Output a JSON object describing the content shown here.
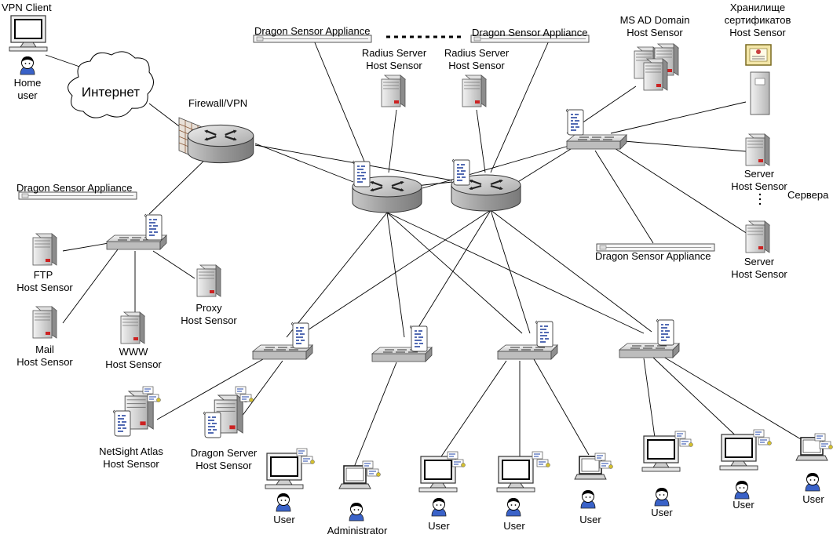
{
  "labels": {
    "vpn_client": "VPN Client",
    "home_user_1": "Home",
    "home_user_2": "user",
    "internet": "Интернет",
    "firewall": "Firewall/VPN",
    "dsa_top_left": "Dragon Sensor Appliance",
    "dsa_top_right": "Dragon Sensor Appliance",
    "dsa_left": "Dragon Sensor Appliance",
    "dsa_right": "Dragon Sensor Appliance",
    "radius_1_a": "Radius Server",
    "radius_1_b": "Host Sensor",
    "radius_2_a": "Radius Server",
    "radius_2_b": "Host Sensor",
    "msad_a": "MS AD Domain",
    "msad_b": "Host Sensor",
    "cert_a": "Хранилище",
    "cert_b": "сертификатов",
    "cert_c": "Host Sensor",
    "server1_a": "Server",
    "server1_b": "Host Sensor",
    "server2_a": "Server",
    "server2_b": "Host Sensor",
    "servers_group": "Сервера",
    "ftp_a": "FTP",
    "ftp_b": "Host Sensor",
    "mail_a": "Mail",
    "mail_b": "Host Sensor",
    "www_a": "WWW",
    "www_b": "Host Sensor",
    "proxy_a": "Proxy",
    "proxy_b": "Host Sensor",
    "netsight_a": "NetSight Atlas",
    "netsight_b": "Host Sensor",
    "dragon_server_a": "Dragon Server",
    "dragon_server_b": "Host Sensor",
    "user_1": "User",
    "administrator": "Administrator",
    "user_2": "User",
    "user_3": "User",
    "user_4": "User",
    "user_5": "User",
    "user_6": "User",
    "user_7": "User"
  }
}
